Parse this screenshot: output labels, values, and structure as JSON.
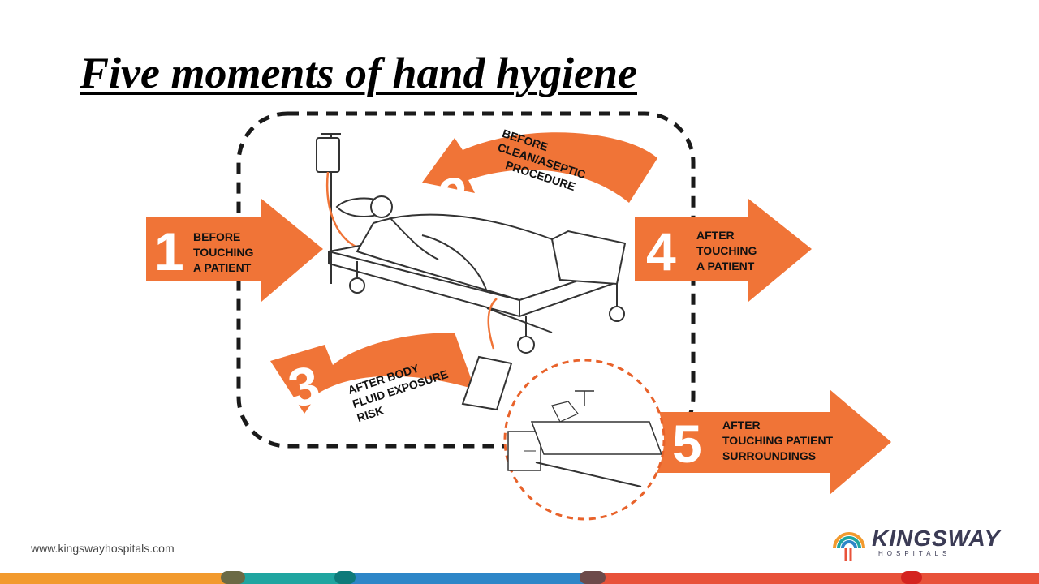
{
  "slide": {
    "title": "Five moments of hand hygiene",
    "website": "www.kingswayhospitals.com"
  },
  "moments": [
    {
      "number": "1",
      "lines": [
        "BEFORE",
        "TOUCHING",
        "A PATIENT"
      ]
    },
    {
      "number": "2",
      "lines": [
        "BEFORE",
        "CLEAN/ASEPTIC",
        "PROCEDURE"
      ]
    },
    {
      "number": "3",
      "lines": [
        "AFTER BODY",
        "FLUID EXPOSURE",
        "RISK"
      ]
    },
    {
      "number": "4",
      "lines": [
        "AFTER",
        "TOUCHING",
        "A PATIENT"
      ]
    },
    {
      "number": "5",
      "lines": [
        "AFTER",
        "TOUCHING PATIENT",
        "SURROUNDINGS"
      ]
    }
  ],
  "logo": {
    "name": "KINGSWAY",
    "subtitle": "HOSPITALS"
  },
  "colors": {
    "arrow": "#f07437",
    "dash": "#1a1a1a",
    "circle_dash": "#e8622a",
    "footer": [
      "#f29a2e",
      "#1fa5a0",
      "#2e86c8",
      "#e8523a"
    ]
  }
}
